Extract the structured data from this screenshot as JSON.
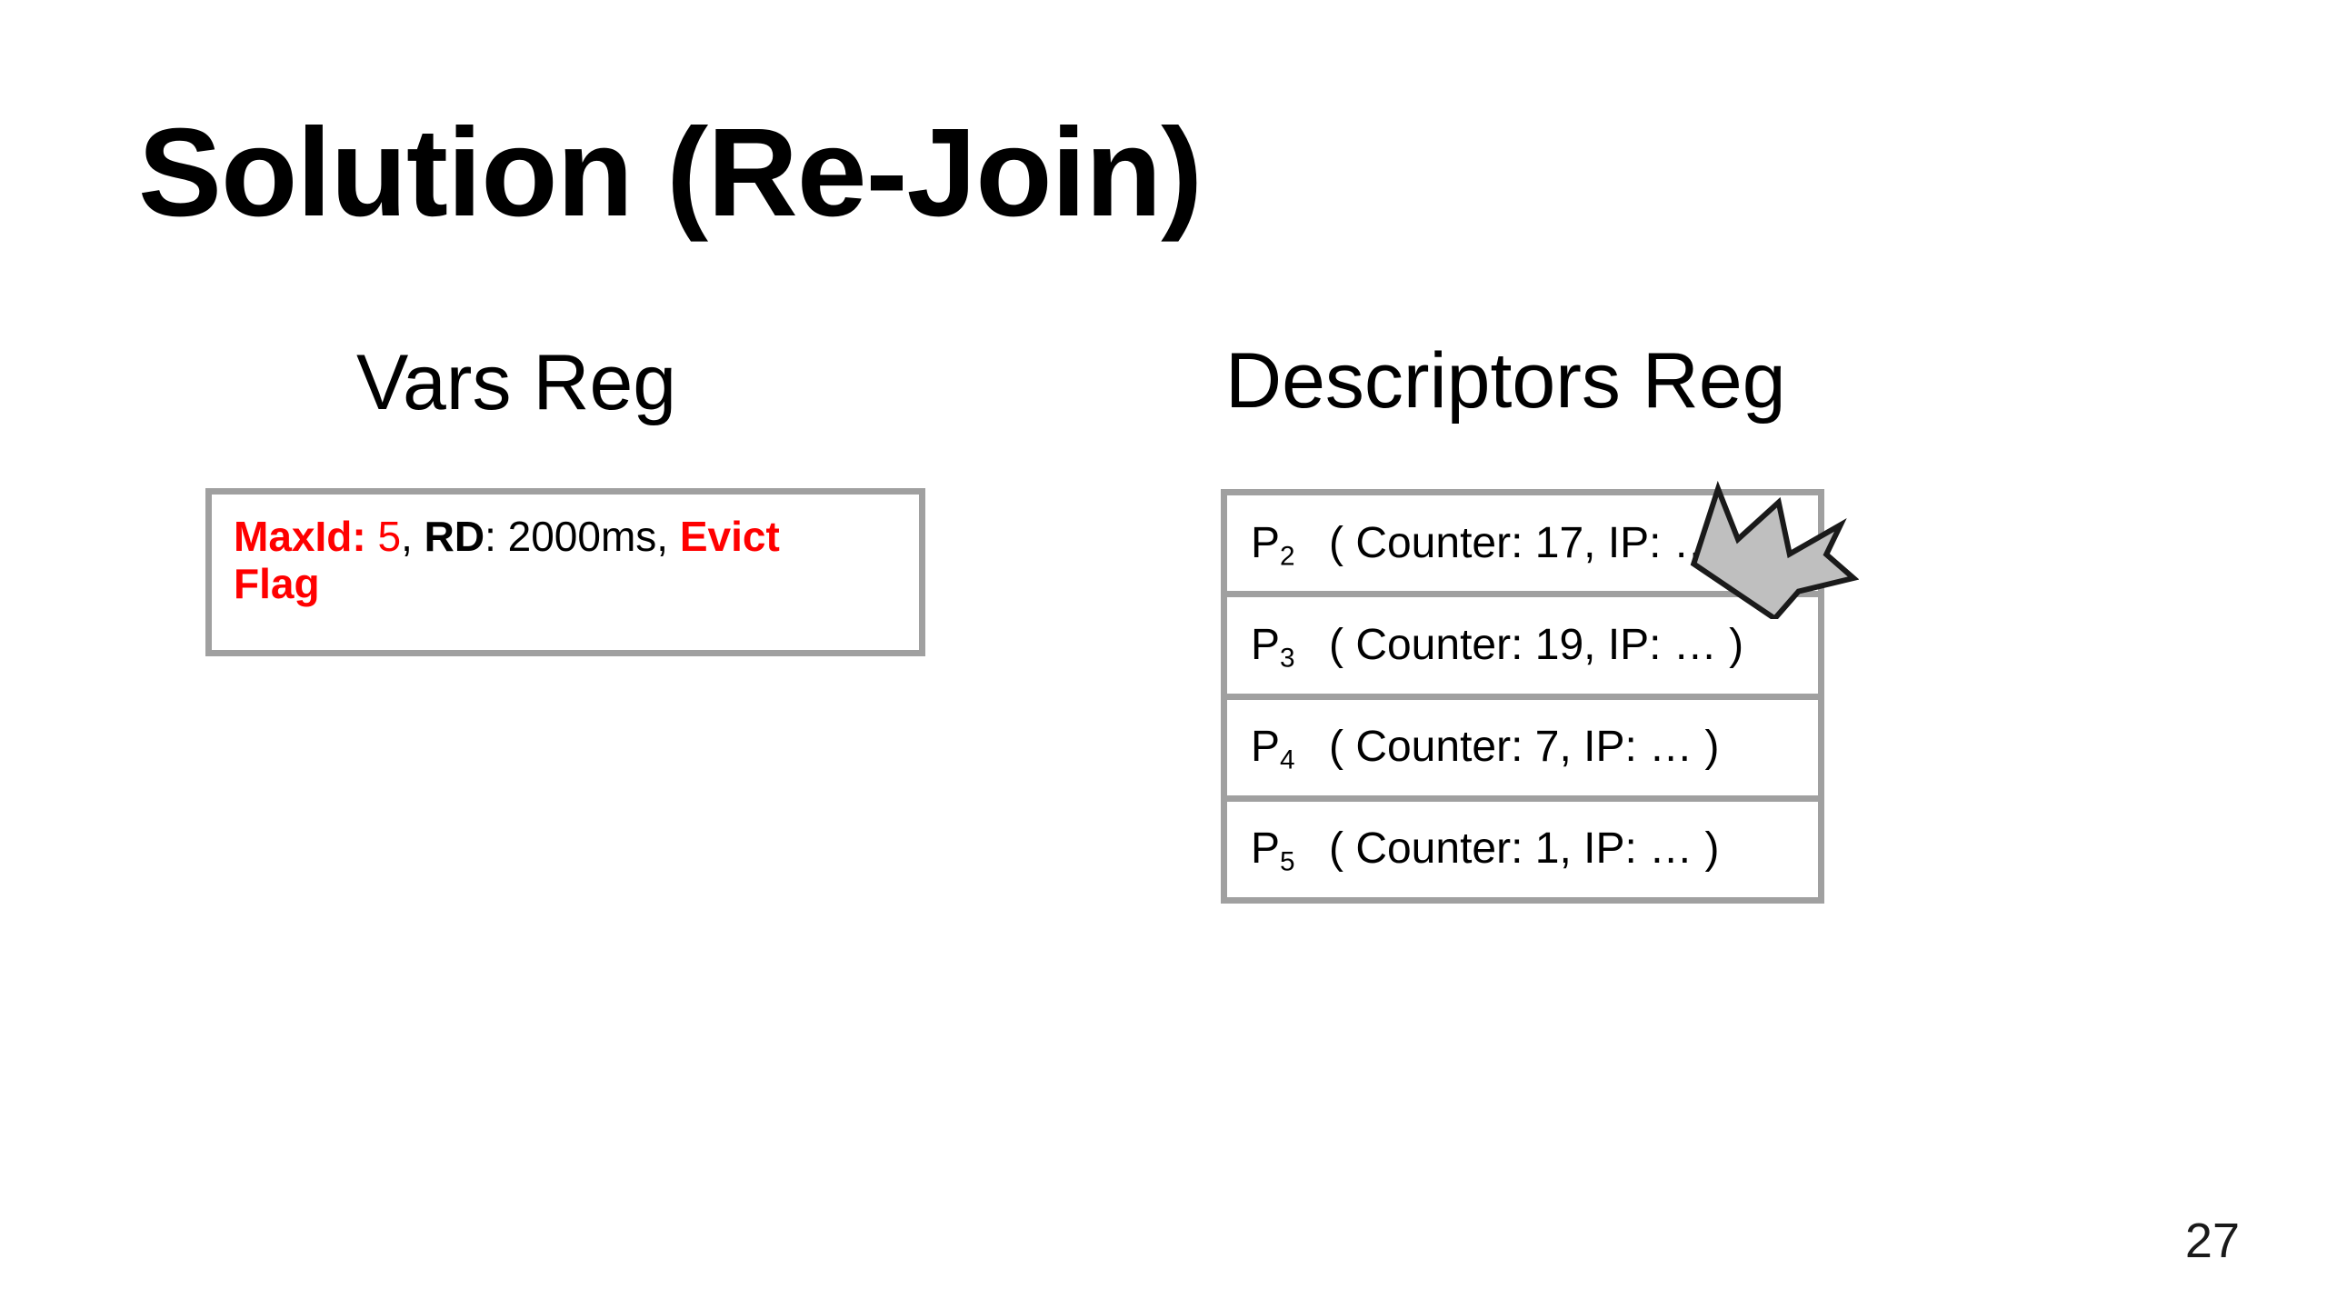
{
  "slide": {
    "title": "Solution (Re-Join)",
    "page_number": "27"
  },
  "colors": {
    "accent_red": "#ff0000",
    "box_border_gray": "#a0a0a0",
    "arrow_fill_gray": "#bfbfbf",
    "text_black": "#000000",
    "background": "#ffffff"
  },
  "vars_reg": {
    "heading": "Vars Reg",
    "fields": {
      "maxid_label": "MaxId:",
      "maxid_value": " 5",
      "separator_1": ", ",
      "rd_label": "RD",
      "rd_value": ": 2000ms, ",
      "evict_flag_label": "Evict Flag"
    },
    "full_text": "MaxId: 5, RD: 2000ms, Evict Flag"
  },
  "descriptors_reg": {
    "heading": "Descriptors Reg",
    "rows": [
      {
        "process": "P",
        "index": "2",
        "detail": "( Counter: 17, IP: … )",
        "counter": "17",
        "ip": "…",
        "occluded_by_pointer": true
      },
      {
        "process": "P",
        "index": "3",
        "detail": "( Counter: 19, IP: … )",
        "counter": "19",
        "ip": "…",
        "occluded_by_pointer": false
      },
      {
        "process": "P",
        "index": "4",
        "detail": "( Counter: 7, IP: … )",
        "counter": "7",
        "ip": "…",
        "occluded_by_pointer": false
      },
      {
        "process": "P",
        "index": "5",
        "detail": "( Counter: 1, IP: … )",
        "counter": "1",
        "ip": "…",
        "occluded_by_pointer": false
      }
    ]
  },
  "annotation": {
    "pointer_icon": "jagged-arrow-icon",
    "points_at": "descriptors-row-1"
  }
}
